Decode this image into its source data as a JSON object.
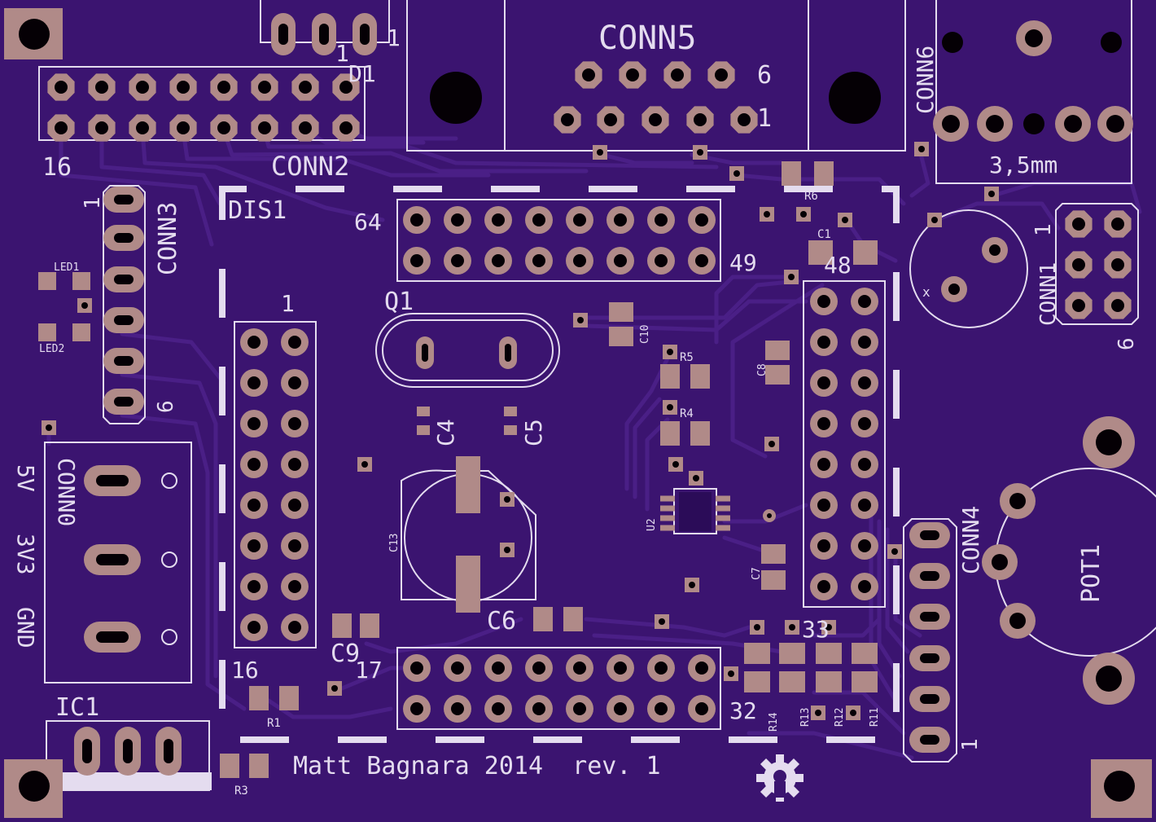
{
  "colors": {
    "board": "#3b1470",
    "trace": "#4a1f86",
    "silk": "#e4dcef",
    "pad": "#b08a88",
    "hole": "#050005",
    "ground": "#2b0c58"
  },
  "labels": {
    "conn5": "CONN5",
    "conn5_pin6": "6",
    "conn5_pin1": "1",
    "conn6": "CONN6",
    "jack_size": "3,5mm",
    "d1": "D1",
    "d1_pin1a": "1",
    "d1_pin1b": "1",
    "conn2": "CONN2",
    "conn2_pin16": "16",
    "conn3": "CONN3",
    "conn3_pin1": "1",
    "conn3_pin6": "6",
    "led1": "LED1",
    "led2": "LED2",
    "dis1": "DIS1",
    "dis1_pin64": "64",
    "dis1_pin49": "49",
    "dis1_pin48": "48",
    "dis1_pin33": "33",
    "dis1_pin1": "1",
    "dis1_pin16": "16",
    "dis1_pin17": "17",
    "dis1_pin32": "32",
    "r6": "R6",
    "c1": "C1",
    "conn1": "CONN1",
    "conn1_pin1": "1",
    "conn1_pin6": "6",
    "q1": "Q1",
    "c10": "C10",
    "c8": "C8",
    "r5": "R5",
    "r4": "R4",
    "c4": "C4",
    "c5": "C5",
    "conn0": "CONN0",
    "rail_5v": "5V",
    "rail_3v3": "3V3",
    "rail_gnd": "GND",
    "c13": "C13",
    "u2": "U2",
    "c7": "C7",
    "c6": "C6",
    "c9": "C9",
    "r1": "R1",
    "r3": "R3",
    "ic1": "IC1",
    "r14": "R14",
    "r13": "R13",
    "r12": "R12",
    "r11": "R11",
    "conn4": "CONN4",
    "conn4_pin1": "1",
    "pot1": "POT1",
    "pot_marker": "x",
    "credit": "Matt Bagnara 2014  rev. 1"
  },
  "icons": {
    "logo": "open-hardware-gear-icon"
  }
}
